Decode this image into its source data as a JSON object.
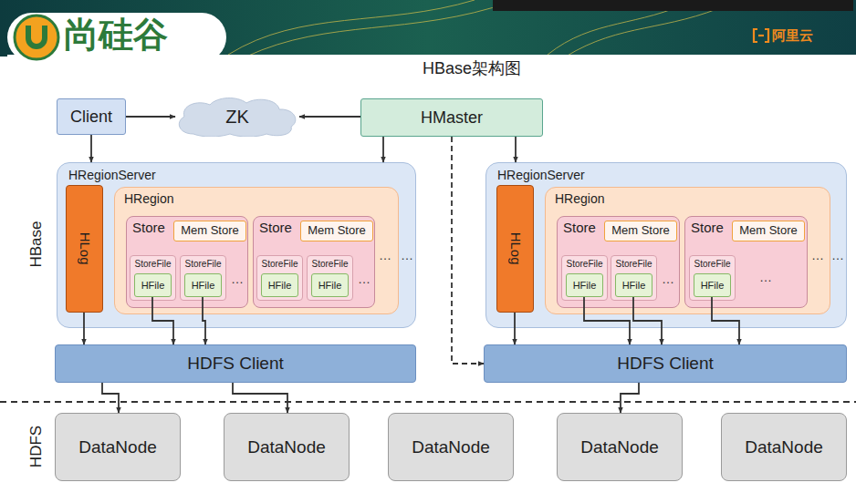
{
  "diagram": {
    "title": "HBase架构图",
    "nodes": [
      {
        "text": [
          "Client"
        ]
      },
      {
        "text": [
          "ZK"
        ]
      },
      {
        "text": [
          "HMaster"
        ]
      },
      {
        "text": [
          "HRegionServer"
        ]
      },
      {
        "text": [
          "HLog"
        ],
        "in": 3
      },
      {
        "text": [
          "HRegion"
        ],
        "in": 3
      },
      {
        "text": [
          "Store"
        ],
        "in": 5
      },
      {
        "text": [
          "Mem Store"
        ],
        "in": 6
      },
      {
        "text": [
          "StoreFile"
        ],
        "in": 6
      },
      {
        "text": [
          "HFile"
        ],
        "in": 8
      },
      {
        "text": [
          "StoreFile"
        ],
        "in": 6
      },
      {
        "text": [
          "HFile"
        ],
        "in": 10
      },
      {
        "text": [
          "Store"
        ],
        "in": 5
      },
      {
        "text": [
          "Mem Store"
        ],
        "in": 12
      },
      {
        "text": [
          "StoreFile"
        ],
        "in": 12
      },
      {
        "text": [
          "HFile"
        ],
        "in": 14
      },
      {
        "text": [
          "StoreFile"
        ],
        "in": 12
      },
      {
        "text": [
          "HFile"
        ],
        "in": 16
      },
      {
        "text": [
          "HRegionServer"
        ]
      },
      {
        "text": [
          "HLog"
        ],
        "in": 18
      },
      {
        "text": [
          "HRegion"
        ],
        "in": 18
      },
      {
        "text": [
          "Store"
        ],
        "in": 20
      },
      {
        "text": [
          "Mem Store"
        ],
        "in": 21
      },
      {
        "text": [
          "StoreFile"
        ],
        "in": 21
      },
      {
        "text": [
          "HFile"
        ],
        "in": 23
      },
      {
        "text": [
          "StoreFile"
        ],
        "in": 21
      },
      {
        "text": [
          "HFile"
        ],
        "in": 25
      },
      {
        "text": [
          "Store"
        ],
        "in": 20
      },
      {
        "text": [
          "Mem Store"
        ],
        "in": 27
      },
      {
        "text": [
          "StoreFile"
        ],
        "in": 27
      },
      {
        "text": [
          "HFile"
        ],
        "in": 29
      },
      {
        "text": [
          "HDFS Client"
        ]
      },
      {
        "text": [
          "HDFS Client"
        ]
      },
      {
        "text": [
          "DataNode"
        ]
      },
      {
        "text": [
          "DataNode"
        ]
      },
      {
        "text": [
          "DataNode"
        ]
      },
      {
        "text": [
          "DataNode"
        ]
      },
      {
        "text": [
          "DataNode"
        ]
      }
    ],
    "edges": [
      {
        "from": 0,
        "to": 1,
        "arrow": "to"
      },
      {
        "from": 2,
        "to": 1,
        "arrow": "to"
      },
      {
        "from": 0,
        "to": 3,
        "arrow": "to"
      },
      {
        "from": 2,
        "to": 3,
        "arrow": "to"
      },
      {
        "from": 2,
        "to": 18,
        "arrow": "to"
      },
      {
        "from": 2,
        "to": 32,
        "arrow": "to"
      },
      {
        "from": 4,
        "to": 31,
        "arrow": "to"
      },
      {
        "from": 9,
        "to": 31,
        "arrow": "to"
      },
      {
        "from": 11,
        "to": 31,
        "arrow": "to"
      },
      {
        "from": 19,
        "to": 32,
        "arrow": "to"
      },
      {
        "from": 24,
        "to": 32,
        "arrow": "to"
      },
      {
        "from": 26,
        "to": 32,
        "arrow": "to"
      },
      {
        "from": 30,
        "to": 32,
        "arrow": "to"
      },
      {
        "from": 31,
        "to": 33,
        "arrow": "to"
      },
      {
        "from": 31,
        "to": 34,
        "arrow": "to"
      },
      {
        "from": 32,
        "to": 36,
        "arrow": "to"
      }
    ],
    "labels": [
      "尚硅谷",
      "阿里云",
      "HBase",
      "HDFS",
      "…",
      "…",
      "…",
      "…",
      "…",
      "…",
      "…",
      "…"
    ]
  }
}
